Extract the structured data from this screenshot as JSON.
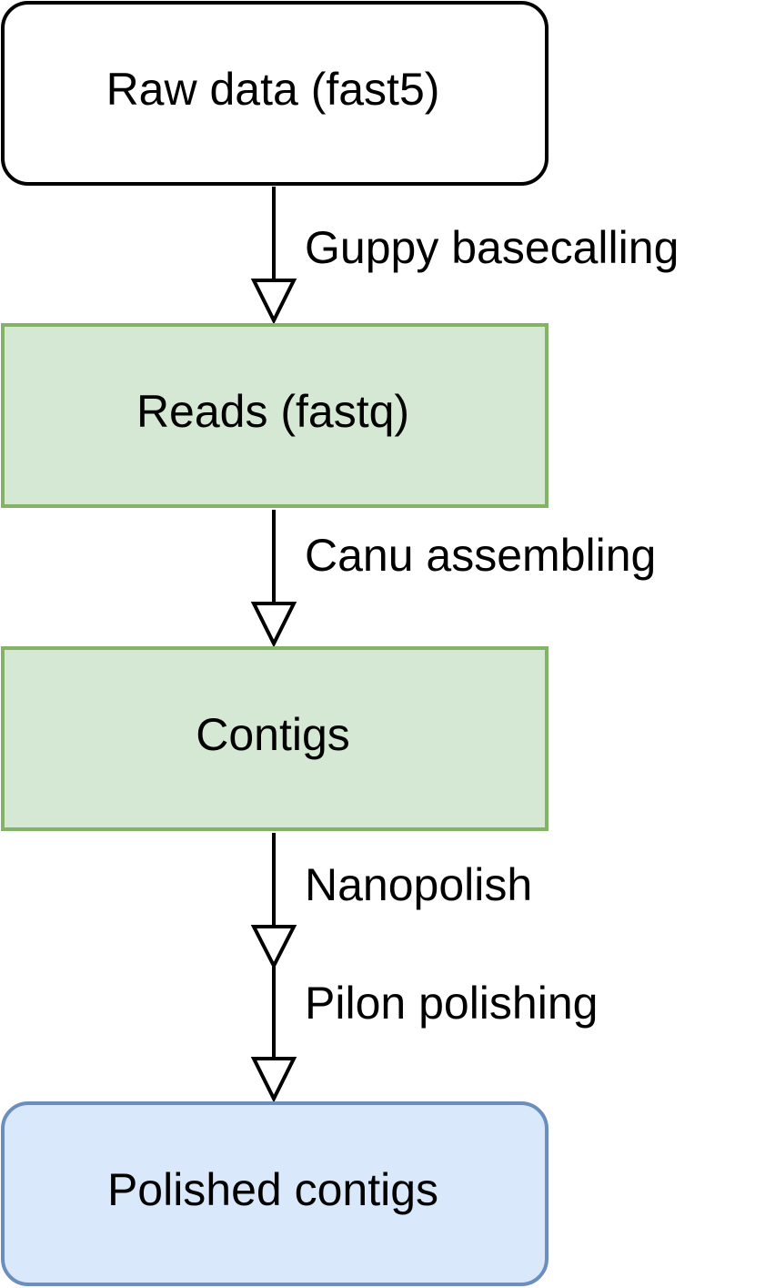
{
  "nodes": [
    {
      "id": "raw",
      "label": "Raw data (fast5)",
      "fill": "#ffffff",
      "stroke": "#000000",
      "rounded": true
    },
    {
      "id": "reads",
      "label": "Reads (fastq)",
      "fill": "#d5e8d4",
      "stroke": "#82b366",
      "rounded": false
    },
    {
      "id": "contigs",
      "label": "Contigs",
      "fill": "#d5e8d4",
      "stroke": "#82b366",
      "rounded": false
    },
    {
      "id": "polished",
      "label": "Polished contigs",
      "fill": "#dae8fc",
      "stroke": "#6c8ebf",
      "rounded": true
    }
  ],
  "edges": [
    {
      "from": "raw",
      "to": "reads",
      "label": "Guppy basecalling"
    },
    {
      "from": "reads",
      "to": "contigs",
      "label": "Canu assembling"
    },
    {
      "from": "contigs",
      "to": "polished",
      "label": "Nanopolish"
    },
    {
      "from": "contigs",
      "to": "polished",
      "label": "Pilon polishing"
    }
  ]
}
